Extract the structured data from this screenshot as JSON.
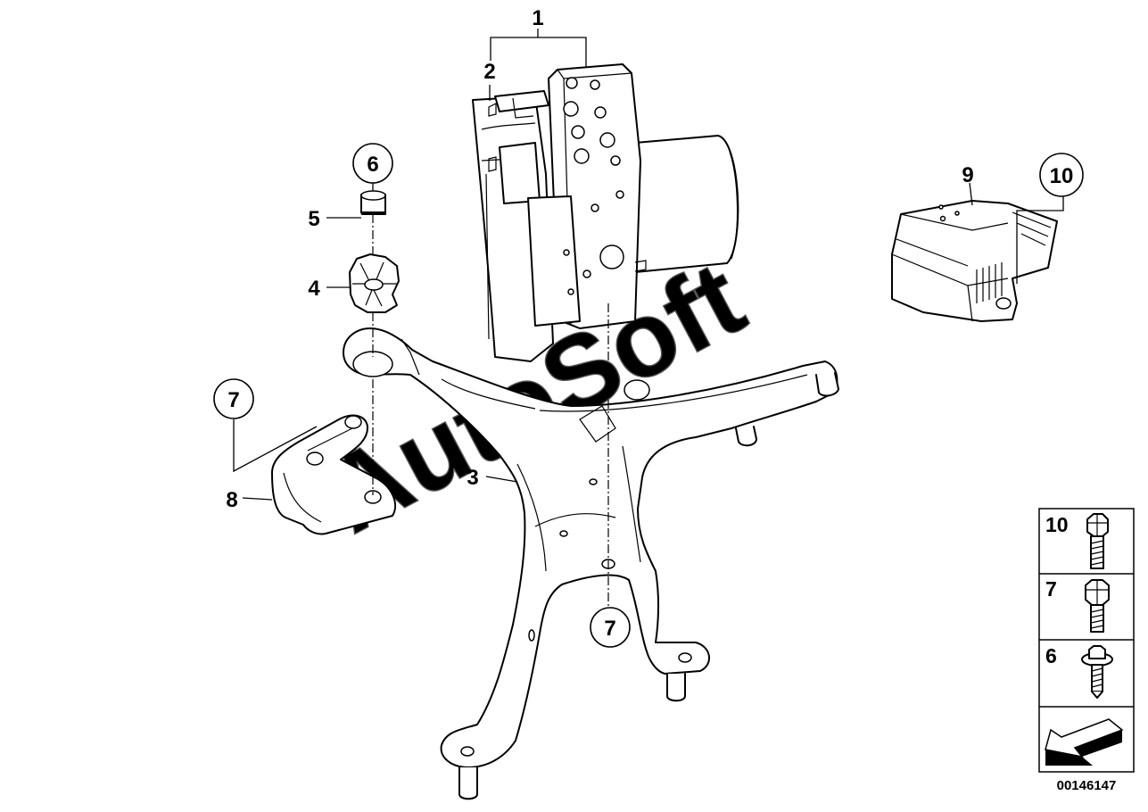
{
  "watermark": "AutoSoft",
  "callouts": {
    "part1": "1",
    "part2": "2",
    "part3": "3",
    "part4": "4",
    "part5": "5",
    "part6": "6",
    "part7_left": "7",
    "part7_bottom": "7",
    "part8": "8",
    "part9": "9",
    "part10": "10"
  },
  "legend": {
    "rows": [
      {
        "label": "10",
        "icon": "hex-bolt-long-icon"
      },
      {
        "label": "7",
        "icon": "hex-bolt-icon"
      },
      {
        "label": "6",
        "icon": "flange-bolt-icon"
      }
    ],
    "nav_icon": "arrow-left-icon"
  },
  "catalog_number": "00146147"
}
